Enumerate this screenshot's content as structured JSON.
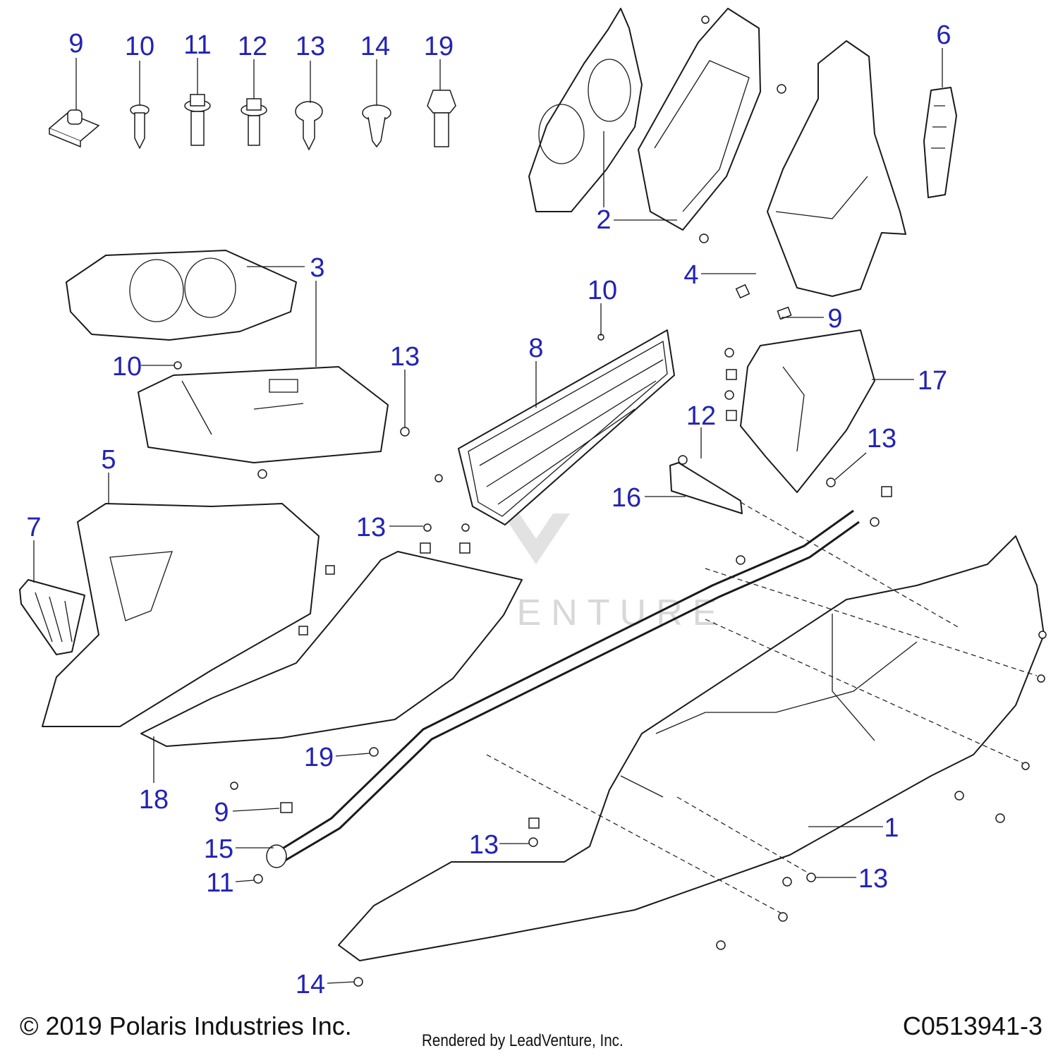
{
  "diagram": {
    "callouts": [
      {
        "id": "c9a",
        "label": "9"
      },
      {
        "id": "c10a",
        "label": "10"
      },
      {
        "id": "c11a",
        "label": "11"
      },
      {
        "id": "c12a",
        "label": "12"
      },
      {
        "id": "c13a",
        "label": "13"
      },
      {
        "id": "c14a",
        "label": "14"
      },
      {
        "id": "c19a",
        "label": "19"
      },
      {
        "id": "c6",
        "label": "6"
      },
      {
        "id": "c2",
        "label": "2"
      },
      {
        "id": "c3",
        "label": "3"
      },
      {
        "id": "c4",
        "label": "4"
      },
      {
        "id": "c10b",
        "label": "10"
      },
      {
        "id": "c9b",
        "label": "9"
      },
      {
        "id": "c10c",
        "label": "10"
      },
      {
        "id": "c8",
        "label": "8"
      },
      {
        "id": "c13b",
        "label": "13"
      },
      {
        "id": "c17",
        "label": "17"
      },
      {
        "id": "c12b",
        "label": "12"
      },
      {
        "id": "c5",
        "label": "5"
      },
      {
        "id": "c13c",
        "label": "13"
      },
      {
        "id": "c16",
        "label": "16"
      },
      {
        "id": "c7",
        "label": "7"
      },
      {
        "id": "c13d",
        "label": "13"
      },
      {
        "id": "c19b",
        "label": "19"
      },
      {
        "id": "c18",
        "label": "18"
      },
      {
        "id": "c9c",
        "label": "9"
      },
      {
        "id": "c1",
        "label": "1"
      },
      {
        "id": "c15",
        "label": "15"
      },
      {
        "id": "c13e",
        "label": "13"
      },
      {
        "id": "c13f",
        "label": "13"
      },
      {
        "id": "c11b",
        "label": "11"
      },
      {
        "id": "c14b",
        "label": "14"
      }
    ],
    "watermark_text": "LEADVENTURE"
  },
  "footer": {
    "copyright": "© 2019 Polaris Industries Inc.",
    "rendered_by": "Rendered by LeadVenture, Inc.",
    "diagram_id": "C0513941-3"
  }
}
